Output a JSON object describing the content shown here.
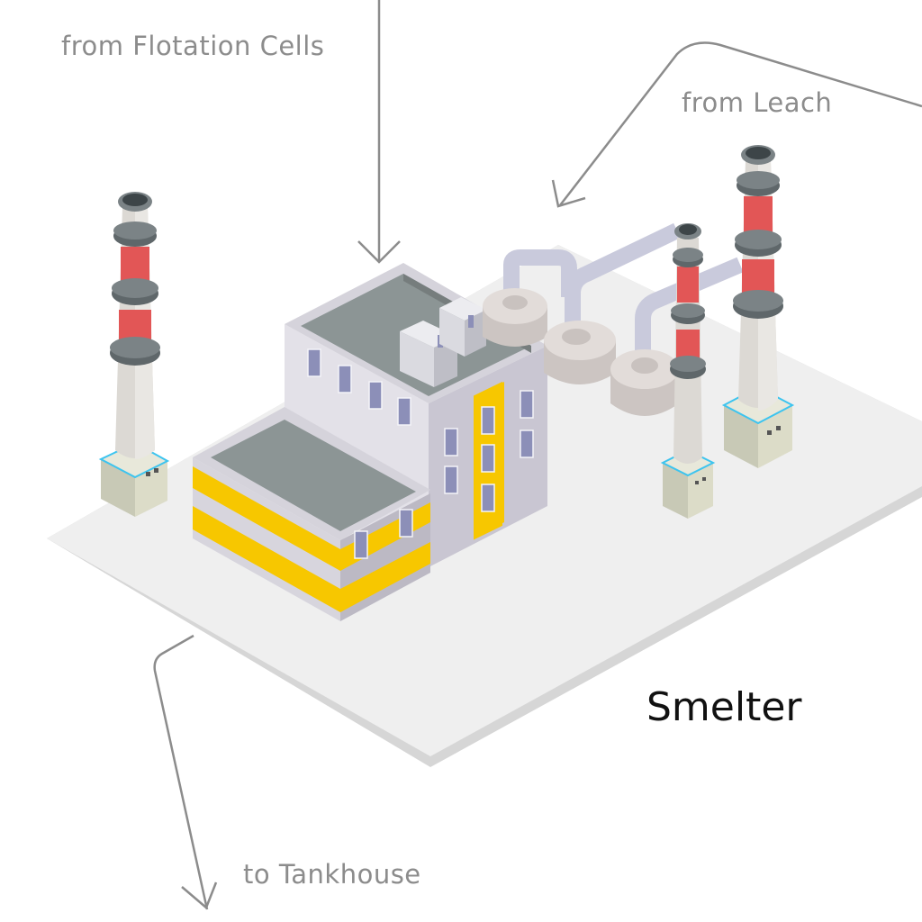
{
  "labels": {
    "from_flotation": "from Flotation Cells",
    "from_leach": "from Leach",
    "to_tankhouse": "to Tankhouse",
    "title": "Smelter"
  },
  "colors": {
    "arrow": "#8c8c8c",
    "platform_top": "#eeeeee",
    "platform_side": "#d9d9d9",
    "building_light": "#e6e4ec",
    "building_dark": "#c9c6d0",
    "roof": "#8e9696",
    "accent_yellow": "#f7c700",
    "stack_red": "#e45656",
    "stack_body": "#dedbd6",
    "stack_ring": "#6e7578",
    "pipe": "#cfd0e0",
    "base_block": "#d7d8c6",
    "base_outline": "#3cc4ef"
  }
}
